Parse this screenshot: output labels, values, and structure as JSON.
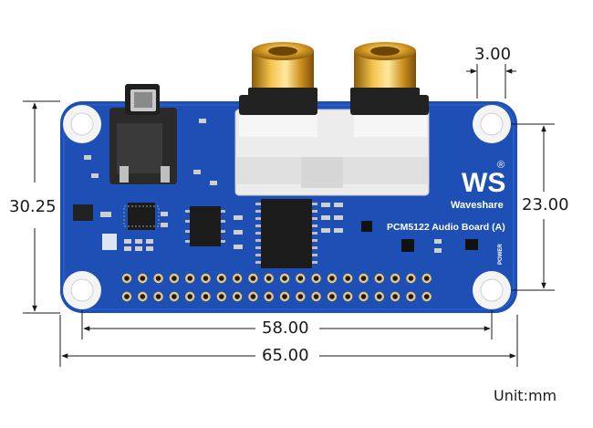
{
  "dimensions": {
    "hole_diameter": "3.00",
    "board_height": "30.25",
    "hole_spacing_vertical": "23.00",
    "hole_spacing_horizontal": "58.00",
    "board_width": "65.00"
  },
  "board": {
    "brand": "Waveshare",
    "logo_letters": "WS",
    "registered_mark": "®",
    "model": "PCM5122 Audio Board (A)",
    "power_label": "POWER",
    "pcb_color": "#1d4fb5",
    "silkscreen_color": "#ffffff",
    "connector_gold": "#c9921c"
  },
  "unit_label": "Unit:mm"
}
